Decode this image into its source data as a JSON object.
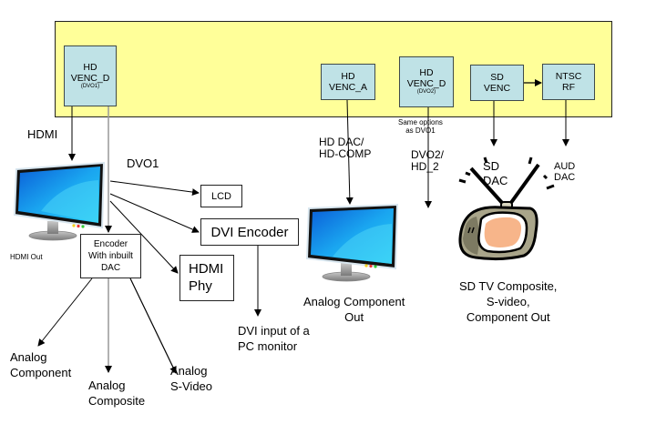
{
  "soc_block": {
    "fill_color": "#ffff99",
    "blocks": [
      {
        "id": "hd_venc_d_dvo1",
        "line1": "HD",
        "line2": "VENC_D",
        "sub": "(DVO1)"
      },
      {
        "id": "hd_venc_a",
        "line1": "HD",
        "line2": "VENC_A",
        "sub": ""
      },
      {
        "id": "hd_venc_d_dvo2",
        "line1": "HD",
        "line2": "VENC_D",
        "sub": "(DVO2)"
      },
      {
        "id": "sd_venc",
        "line1": "SD",
        "line2": "VENC",
        "sub": ""
      },
      {
        "id": "ntsc_rf",
        "line1": "NTSC",
        "line2": "RF",
        "sub": ""
      }
    ],
    "block_color": "#bfe2e6"
  },
  "labels": {
    "hdmi": "HDMI",
    "dvo1": "DVO1",
    "hdmi_out": "HDMI Out",
    "hd_dac": "HD DAC/\nHD-COMP",
    "same_options": "Same options\nas DVO1",
    "dvo2": "DVO2/\nHD_2",
    "sd_dac": "SD\nDAC",
    "aud_dac": "AUD\nDAC",
    "analog_component": "Analog\nComponent",
    "analog_composite": "Analog\nComposite",
    "analog_svideo": "Analog\nS-Video",
    "dvi_input": "DVI input of a\nPC monitor",
    "analog_component_out": "Analog Component\nOut",
    "sd_tv_out": "SD TV Composite,\nS-video,\nComponent Out"
  },
  "output_boxes": {
    "lcd": "LCD",
    "dvi_encoder": "DVI Encoder",
    "hdmi_phy": "HDMI\nPhy",
    "encoder_dac": "Encoder\nWith inbuilt\nDAC"
  },
  "icons": {
    "monitor_hdmi": "flat-panel-monitor",
    "monitor_analog": "flat-panel-monitor",
    "tv_sd": "crt-television"
  },
  "colors": {
    "screen_blue": "#1aa6f0",
    "tv_body": "#a9a58a",
    "tv_screen": "#f7b58a"
  }
}
